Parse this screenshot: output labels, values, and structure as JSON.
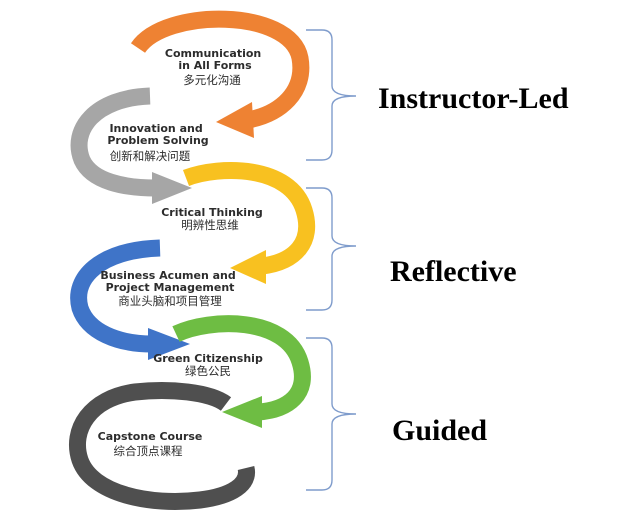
{
  "colors": {
    "orange": "#ee8233",
    "gray": "#a6a6a6",
    "yellow": "#f8c120",
    "blue": "#3f74c8",
    "green": "#6ebd43",
    "dark": "#4f4f4f",
    "bracket": "#7f9ccc"
  },
  "stages": [
    {
      "en_lines": [
        "Communication",
        "in All Forms"
      ],
      "zh": "多元化沟通",
      "color": "orange"
    },
    {
      "en_lines": [
        "Innovation and",
        "Problem Solving"
      ],
      "zh": "创新和解决问题",
      "color": "gray"
    },
    {
      "en_lines": [
        "Critical Thinking"
      ],
      "zh": "明辨性思维",
      "color": "yellow"
    },
    {
      "en_lines": [
        "Business Acumen and",
        "Project Management"
      ],
      "zh": "商业头脑和项目管理",
      "color": "blue"
    },
    {
      "en_lines": [
        "Green Citizenship"
      ],
      "zh": "绿色公民",
      "color": "green"
    },
    {
      "en_lines": [
        "Capstone Course"
      ],
      "zh": "综合顶点课程",
      "color": "dark"
    }
  ],
  "groups": [
    {
      "label": "Instructor-Led"
    },
    {
      "label": "Reflective"
    },
    {
      "label": "Guided"
    }
  ]
}
